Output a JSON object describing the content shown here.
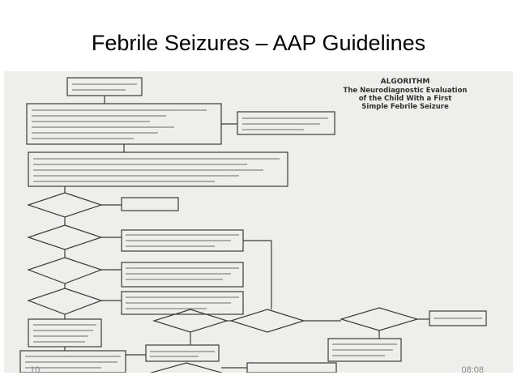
{
  "slide": {
    "title": "Febrile Seizures – AAP Guidelines",
    "slide_number": "10",
    "time": "08:08"
  },
  "algorithm": {
    "header_line1": "ALGORITHM",
    "header_line2": "The Neurodiagnostic Evaluation",
    "header_line3": "of the Child With a First",
    "header_line4": "Simple Febrile Seizure"
  }
}
